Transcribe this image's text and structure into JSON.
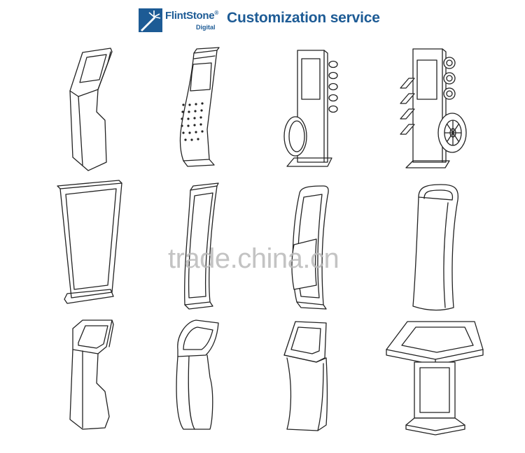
{
  "header": {
    "brand": "FlintStone",
    "brand_mark": "®",
    "brand_sub": "Digital",
    "title": "Customization service"
  },
  "watermark": "trade.china.cn",
  "colors": {
    "brand": "#1d5b95",
    "line": "#222222",
    "watermark": "#b9b9b9"
  },
  "icons": {
    "logo": "flintstone-star-logo-icon"
  }
}
